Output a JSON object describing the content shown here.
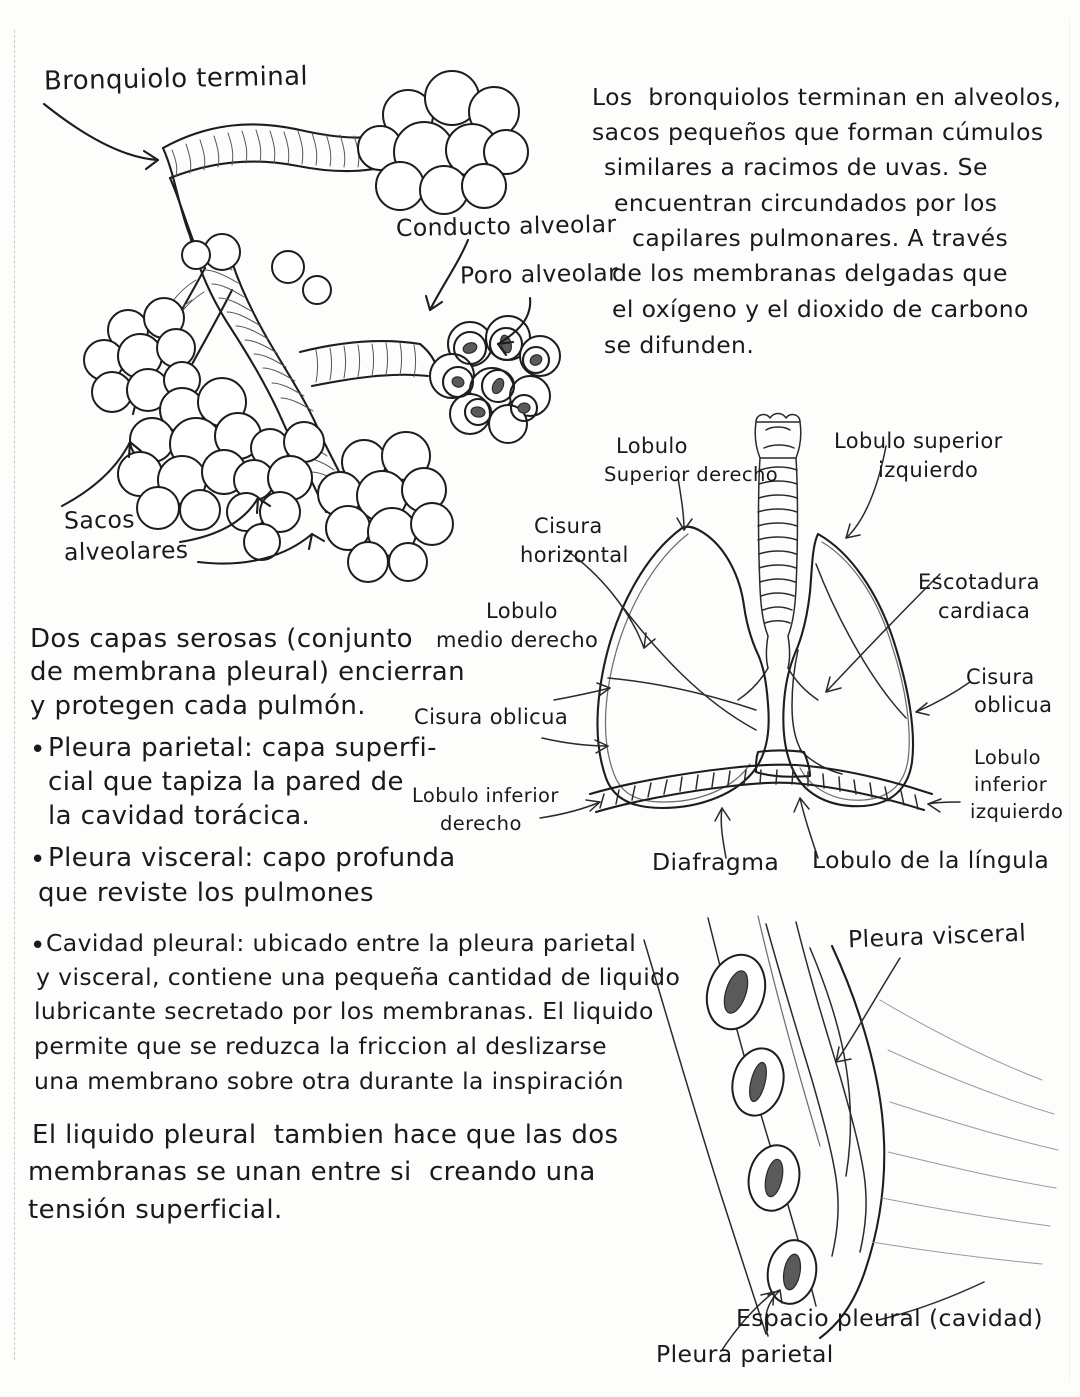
{
  "document": {
    "kind": "handwritten-anatomy-notes",
    "language": "es",
    "topic": "Alveolos, pulmones y membranas pleurales"
  },
  "bronchiole_diagram": {
    "labels": {
      "terminal_bronchiole": "Bronquiolo terminal",
      "alveolar_duct": "Conducto alveolar",
      "alveolar_pore": "Poro alveolar",
      "alveolar_sacs_line1": "Sacos",
      "alveolar_sacs_line2": "alveolares"
    }
  },
  "intro_paragraph": {
    "lines": [
      "Los  bronquiolos terminan en alveolos,",
      "sacos pequeños que forman cúmulos",
      "similares a racimos de uvas. Se",
      "encuentran circundados por los",
      "capilares pulmonares. A través",
      "de los membranas delgadas que",
      "el oxígeno y el dioxido de carbono",
      "se difunden."
    ]
  },
  "lung_diagram": {
    "labels": {
      "right_upper_lobe_l1": "Lobulo",
      "right_upper_lobe_l2": "Superior derecho",
      "left_upper_lobe_l1": "Lobulo superior",
      "left_upper_lobe_l2": "izquierdo",
      "horizontal_fissure_l1": "Cisura",
      "horizontal_fissure_l2": "horizontal",
      "right_middle_lobe_l1": "Lobulo",
      "right_middle_lobe_l2": "medio derecho",
      "oblique_fissure_right": "Cisura oblicua",
      "right_lower_lobe_l1": "Lobulo inferior",
      "right_lower_lobe_l2": "derecho",
      "cardiac_notch_l1": "Escotadura",
      "cardiac_notch_l2": "cardiaca",
      "oblique_fissure_left_l1": "Cisura",
      "oblique_fissure_left_l2": "oblicua",
      "left_lower_lobe_l1": "Lobulo",
      "left_lower_lobe_l2": "inferior",
      "left_lower_lobe_l3": "izquierdo",
      "diaphragm": "Diafragma",
      "lingula": "Lobulo de la língula"
    }
  },
  "pleura_notes": {
    "intro_lines": [
      "Dos capas serosas (conjunto",
      "de membrana pleural) encierran",
      "y protegen cada pulmón."
    ],
    "bullets": [
      {
        "marker": "•",
        "lines": [
          "Pleura parietal: capa superfi-",
          "cial que tapiza la pared de",
          "la cavidad torácica."
        ]
      },
      {
        "marker": "•",
        "lines": [
          "Pleura visceral: capo profunda",
          "que reviste los pulmones"
        ]
      },
      {
        "marker": "•",
        "lines": [
          "Cavidad pleural: ubicado entre la pleura parietal",
          "y visceral, contiene una pequeña cantidad de liquido",
          "lubricante secretado por los membranas. El liquido",
          "permite que se reduzca la friccion al deslizarse",
          "una membrano sobre otra durante la inspiración"
        ]
      }
    ],
    "closing_lines": [
      "El liquido pleural  tambien hace que las dos",
      "membranas se unan entre si  creando una",
      "tensión superficial."
    ]
  },
  "pleura_diagram": {
    "labels": {
      "visceral_pleura": "Pleura visceral",
      "pleural_space": "Espacio pleural (cavidad)",
      "parietal_pleura": "Pleura parietal"
    }
  },
  "colors": {
    "paper": "#fdfdfc",
    "ink": "#1a1a1a",
    "pencil": "#6e6e6e"
  }
}
